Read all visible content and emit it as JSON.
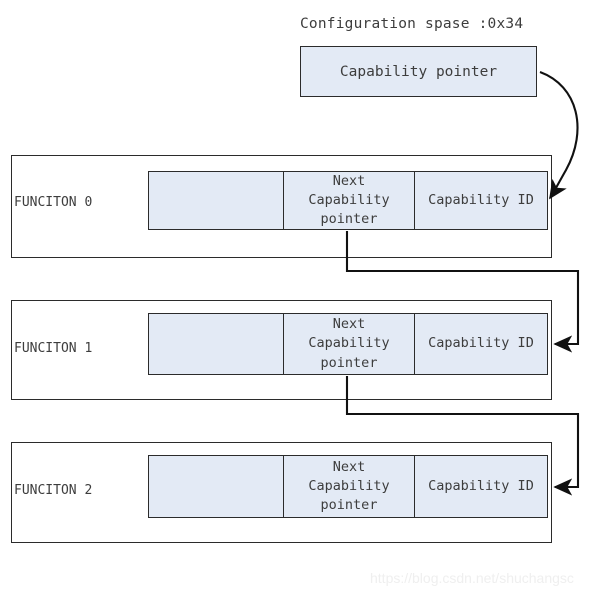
{
  "diagram": {
    "title": "Configuration spase :0x34",
    "source_box": {
      "label": "Capability pointer"
    },
    "column_labels": {
      "empty": "",
      "next_pointer": "Next\nCapability\npointer",
      "next_pointer_line1": "Next",
      "next_pointer_line2": "Capability",
      "next_pointer_line3": "pointer",
      "capability_id": "Capability ID"
    },
    "functions": [
      {
        "label": "FUNCITON 0",
        "cells": {
          "empty": "",
          "next_pointer_l1": "Next",
          "next_pointer_l2": "Capability",
          "next_pointer_l3": "pointer",
          "capability_id": "Capability ID"
        }
      },
      {
        "label": "FUNCITON 1",
        "cells": {
          "empty": "",
          "next_pointer_l1": "Next",
          "next_pointer_l2": "Capability",
          "next_pointer_l3": "pointer",
          "capability_id": "Capability ID"
        }
      },
      {
        "label": "FUNCITON 2",
        "cells": {
          "empty": "",
          "next_pointer_l1": "Next",
          "next_pointer_l2": "Capability",
          "next_pointer_l3": "pointer",
          "capability_id": "Capability ID"
        }
      }
    ],
    "colors": {
      "cell_fill": "#e3eaf5",
      "stroke": "#2b2b2b",
      "text": "#3d3d3d",
      "background": "#ffffff",
      "watermark": "#efefef"
    },
    "watermark": "https://blog.csdn.net/shuchangsc"
  }
}
